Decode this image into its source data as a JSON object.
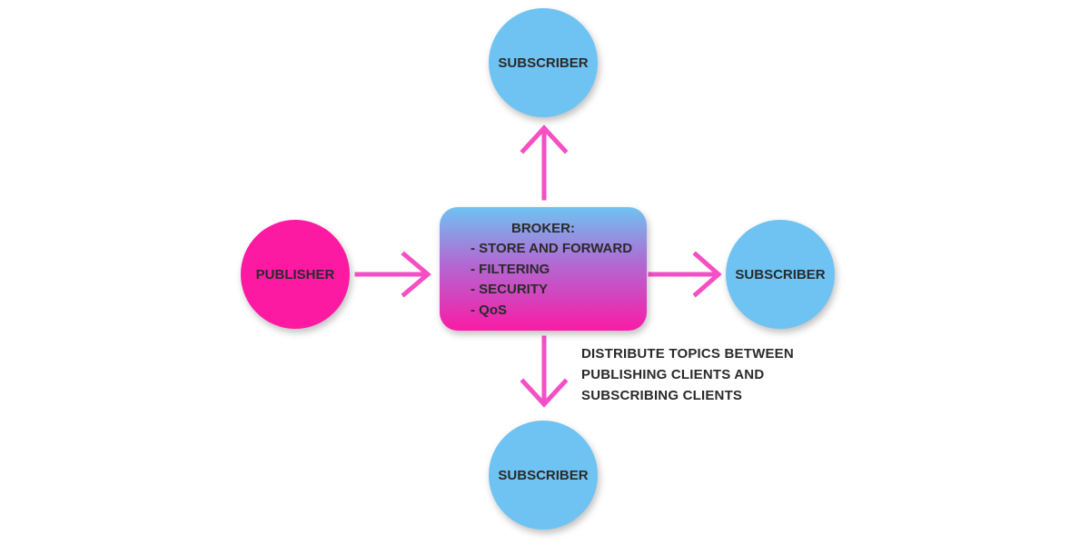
{
  "colors": {
    "subscriber_fill": "#6fc3f2",
    "publisher_fill": "#fc1aa3",
    "arrow": "#f64fc3",
    "broker_gradient_top": "#6fc3f2",
    "broker_gradient_bottom": "#f91ba6",
    "text": "#2a2a2a"
  },
  "nodes": {
    "publisher": "PUBLISHER",
    "subscriber_top": "SUBSCRIBER",
    "subscriber_right": "SUBSCRIBER",
    "subscriber_bottom": "SUBSCRIBER"
  },
  "broker": {
    "title": "BROKER:",
    "items": [
      "- STORE AND FORWARD",
      "- FILTERING",
      "- SECURITY",
      "- QoS"
    ]
  },
  "note": {
    "lines": [
      "DISTRIBUTE TOPICS BETWEEN",
      "PUBLISHING CLIENTS AND",
      "SUBSCRIBING CLIENTS"
    ]
  }
}
